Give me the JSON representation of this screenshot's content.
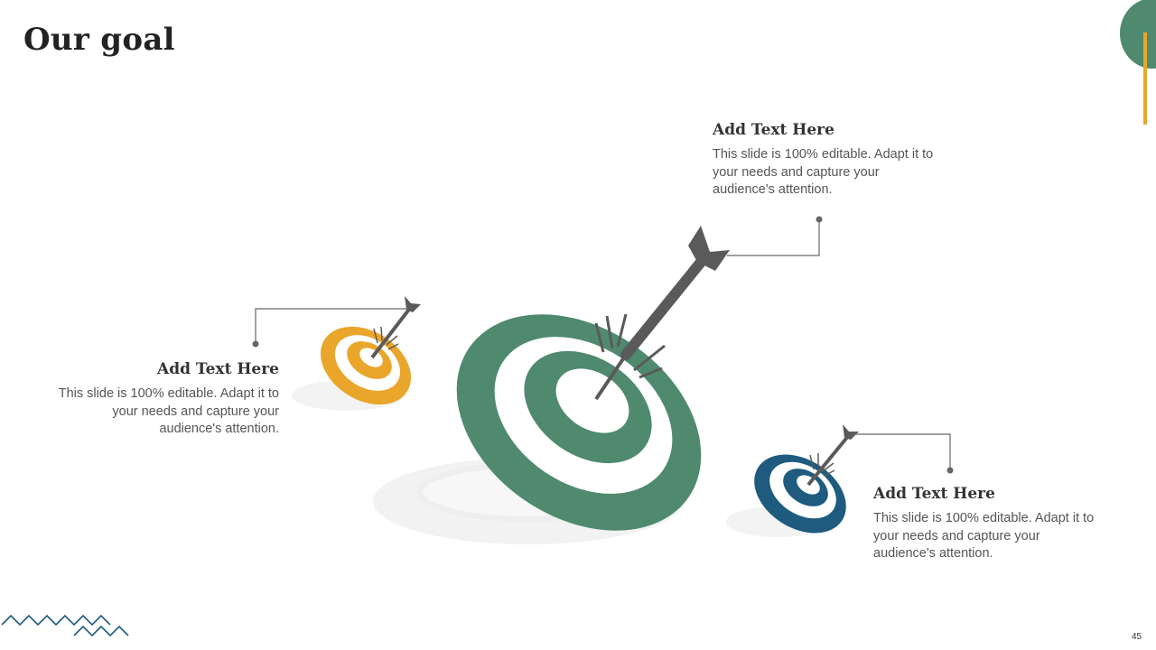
{
  "slide": {
    "title": "Our goal",
    "page_number": "45"
  },
  "blocks": [
    {
      "id": "top",
      "heading": "Add Text Here",
      "body": "This slide is 100% editable. Adapt it to your needs and capture your audience's attention."
    },
    {
      "id": "left",
      "heading": "Add Text Here",
      "body": "This slide is 100% editable. Adapt it to your needs and capture your audience's attention."
    },
    {
      "id": "bottom-right",
      "heading": "Add Text Here",
      "body": "This slide is 100% editable. Adapt it to your needs and capture your audience's attention."
    }
  ],
  "targets": [
    {
      "size": "large",
      "color": "#4f8a6e",
      "icon": "target-icon"
    },
    {
      "size": "small",
      "color": "#e9a62a",
      "icon": "target-icon"
    },
    {
      "size": "small",
      "color": "#1e5b7e",
      "icon": "target-icon"
    }
  ],
  "colors": {
    "green": "#4f8a6e",
    "orange": "#e9a62a",
    "blue": "#1e5b7e",
    "dart": "#5a5a5a",
    "shadow": "#eeeeee",
    "connector": "#666666"
  }
}
